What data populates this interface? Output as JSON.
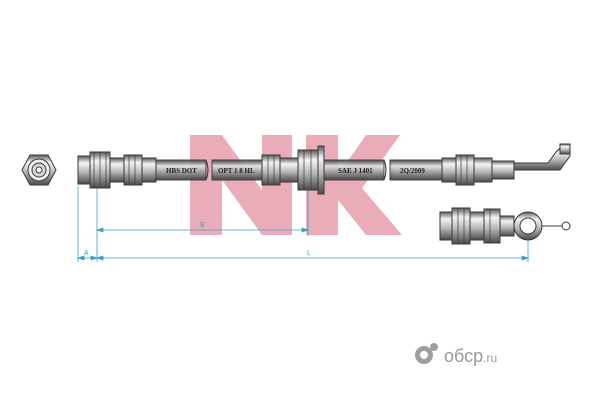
{
  "hose": {
    "markings": [
      "HBS DOT",
      "OPT 1 8 HL",
      "SAE J 1401",
      "2Q/2009"
    ]
  },
  "dimensions": {
    "a_label": "A",
    "b_label": "B",
    "l_label": "L"
  },
  "brand": {
    "logo_text": "NK",
    "logo_color": "#e8a3b1"
  },
  "watermark": {
    "text": "ОБСР.ru",
    "prefix": "обср",
    "suffix": ".ru",
    "logo_color": "#9e9e9e"
  },
  "colors": {
    "line": "#3a3a3a",
    "dimension": "#3aa0c8",
    "metal_light": "#f2f2f2",
    "metal_dark": "#6e6e6e"
  }
}
